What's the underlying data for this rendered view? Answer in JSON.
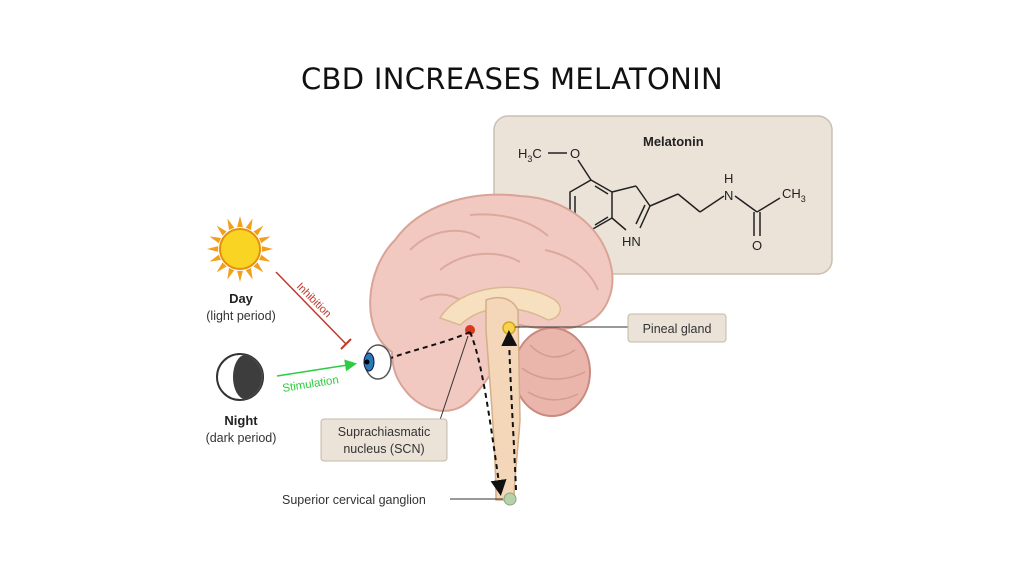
{
  "title": "CBD INCREASES MELATONIN",
  "day": {
    "label": "Day",
    "sub": "(light period)"
  },
  "night": {
    "label": "Night",
    "sub": "(dark period)"
  },
  "arrows": {
    "inhibition": "Inhibition",
    "stimulation": "Stimulation"
  },
  "labels": {
    "pineal": "Pineal gland",
    "scn_line1": "Suprachiasmatic",
    "scn_line2": "nucleus (SCN)",
    "scg": "Superior cervical ganglion"
  },
  "molecule": {
    "name": "Melatonin",
    "h3c": "H",
    "h3c_sub": "3",
    "h3c_c": "C",
    "o_methoxy": "O",
    "n_amide": "N",
    "h_amide": "H",
    "ch3": "CH",
    "ch3_sub": "3",
    "o_carbonyl": "O",
    "hn": "HN"
  },
  "colors": {
    "inhibition": "#c0392b",
    "stimulation": "#2ecc40",
    "brain": "#f2c9c0",
    "panel": "#ebe3d8"
  },
  "icons": [
    "sun-icon",
    "moon-icon",
    "eye-icon"
  ]
}
